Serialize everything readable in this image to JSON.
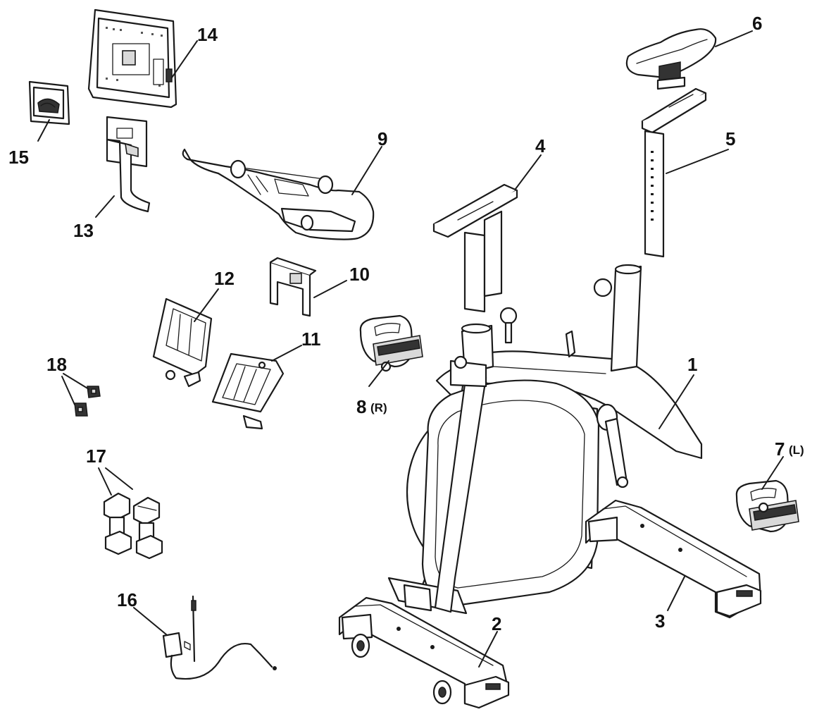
{
  "callouts": [
    {
      "id": "1",
      "label": "1",
      "side": ""
    },
    {
      "id": "2",
      "label": "2",
      "side": ""
    },
    {
      "id": "3",
      "label": "3",
      "side": ""
    },
    {
      "id": "4",
      "label": "4",
      "side": ""
    },
    {
      "id": "5",
      "label": "5",
      "side": ""
    },
    {
      "id": "6",
      "label": "6",
      "side": ""
    },
    {
      "id": "7",
      "label": "7",
      "side": "(L)"
    },
    {
      "id": "8",
      "label": "8",
      "side": "(R)"
    },
    {
      "id": "9",
      "label": "9",
      "side": ""
    },
    {
      "id": "10",
      "label": "10",
      "side": ""
    },
    {
      "id": "11",
      "label": "11",
      "side": ""
    },
    {
      "id": "12",
      "label": "12",
      "side": ""
    },
    {
      "id": "13",
      "label": "13",
      "side": ""
    },
    {
      "id": "14",
      "label": "14",
      "side": ""
    },
    {
      "id": "15",
      "label": "15",
      "side": ""
    },
    {
      "id": "16",
      "label": "16",
      "side": ""
    },
    {
      "id": "17",
      "label": "17",
      "side": ""
    },
    {
      "id": "18",
      "label": "18",
      "side": ""
    }
  ]
}
